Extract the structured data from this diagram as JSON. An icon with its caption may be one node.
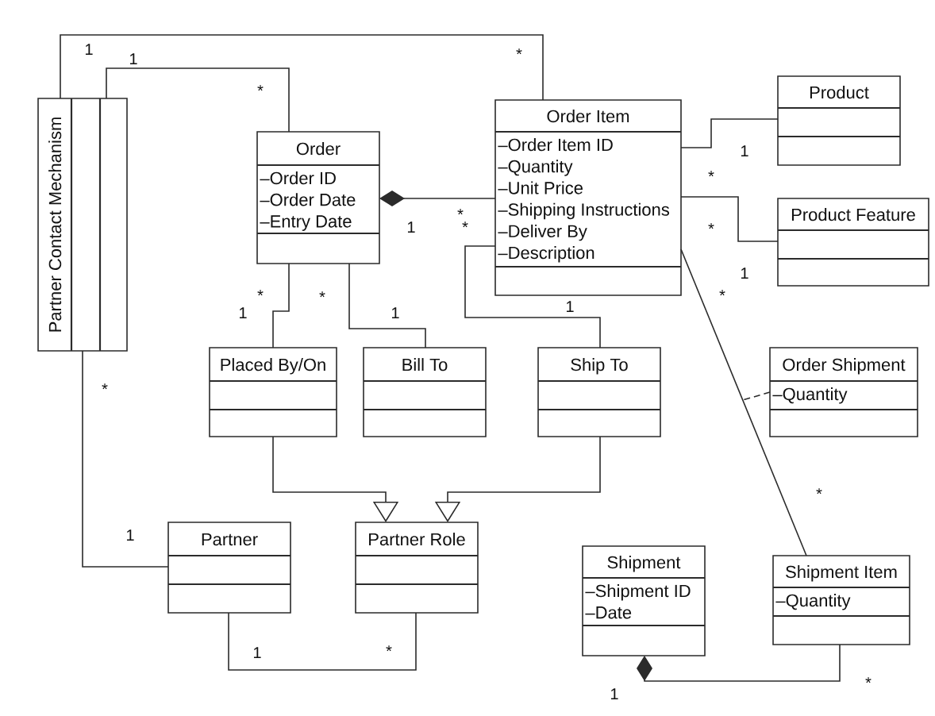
{
  "diagram": {
    "nodes": [
      {
        "text": [
          "Partner Contact Mechanism"
        ]
      },
      {
        "text": [
          "Order",
          "–Order ID",
          "–Order Date",
          "–Entry Date"
        ]
      },
      {
        "text": [
          "Order Item",
          "–Order Item ID",
          "–Quantity",
          "–Unit Price",
          "–Shipping Instructions",
          "–Deliver By",
          "–Description"
        ]
      },
      {
        "text": [
          "Product"
        ]
      },
      {
        "text": [
          "Product Feature"
        ]
      },
      {
        "text": [
          "Placed By/On"
        ]
      },
      {
        "text": [
          "Bill To"
        ]
      },
      {
        "text": [
          "Ship To"
        ]
      },
      {
        "text": [
          "Order Shipment",
          "–Quantity"
        ]
      },
      {
        "text": [
          "Partner"
        ]
      },
      {
        "text": [
          "Partner Role"
        ]
      },
      {
        "text": [
          "Shipment",
          "–Shipment ID",
          "–Date"
        ]
      },
      {
        "text": [
          "Shipment Item",
          "–Quantity"
        ]
      }
    ],
    "edges": [
      {
        "from": 0,
        "to": 2,
        "arrow": "none"
      },
      {
        "from": 0,
        "to": 1,
        "arrow": "none"
      },
      {
        "from": 2,
        "to": 1,
        "arrow": "other"
      },
      {
        "from": 1,
        "to": 5,
        "arrow": "none"
      },
      {
        "from": 1,
        "to": 6,
        "arrow": "none"
      },
      {
        "from": 2,
        "to": 7,
        "arrow": "none"
      },
      {
        "from": 2,
        "to": 3,
        "arrow": "none"
      },
      {
        "from": 2,
        "to": 4,
        "arrow": "none"
      },
      {
        "from": 2,
        "to": 12,
        "arrow": "none"
      },
      {
        "from": 8,
        "to": null,
        "arrow": "none",
        "style": "dashed"
      },
      {
        "from": 0,
        "to": 9,
        "arrow": "none"
      },
      {
        "from": 5,
        "to": 10,
        "arrow": "to"
      },
      {
        "from": 7,
        "to": 10,
        "arrow": "to"
      },
      {
        "from": 9,
        "to": 10,
        "arrow": "none"
      },
      {
        "from": 12,
        "to": 11,
        "arrow": "other"
      }
    ],
    "labels": [
      "1",
      "*",
      "1",
      "*",
      "1",
      "*",
      "*",
      "1",
      "*",
      "*",
      "1",
      "*",
      "*",
      "*",
      "1",
      "1",
      "1",
      "*",
      "*",
      "1",
      "1",
      "*",
      "*",
      "1"
    ]
  }
}
